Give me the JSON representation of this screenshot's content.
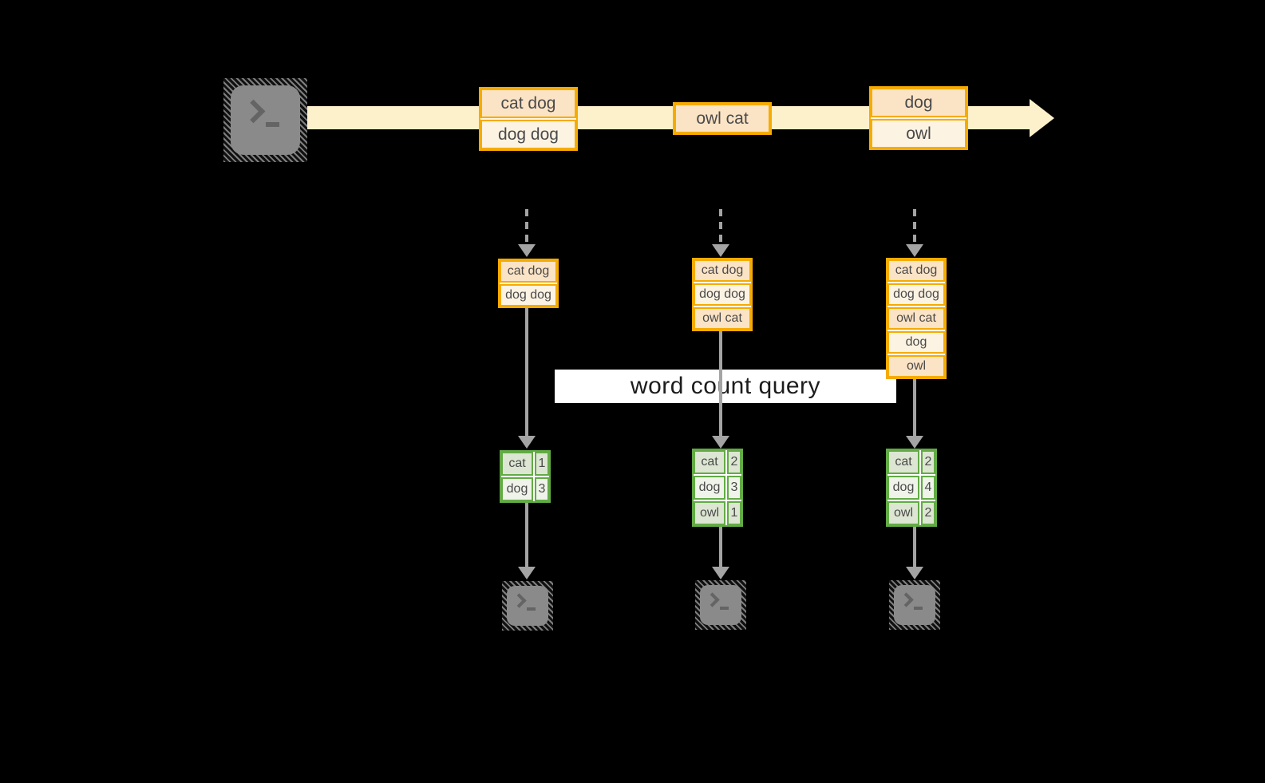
{
  "query": {
    "label": "word count query"
  },
  "stream": {
    "events": [
      {
        "rows": [
          "cat dog",
          "dog dog"
        ]
      },
      {
        "rows": [
          "owl cat"
        ]
      },
      {
        "rows": [
          "dog",
          "owl"
        ]
      }
    ]
  },
  "columns": [
    {
      "buffer": [
        "cat dog",
        "dog dog"
      ],
      "counts": [
        {
          "word": "cat",
          "count": "1"
        },
        {
          "word": "dog",
          "count": "3"
        }
      ]
    },
    {
      "buffer": [
        "cat dog",
        "dog dog",
        "owl cat"
      ],
      "counts": [
        {
          "word": "cat",
          "count": "2"
        },
        {
          "word": "dog",
          "count": "3"
        },
        {
          "word": "owl",
          "count": "1"
        }
      ]
    },
    {
      "buffer": [
        "cat dog",
        "dog dog",
        "owl cat",
        "dog",
        "owl"
      ],
      "counts": [
        {
          "word": "cat",
          "count": "2"
        },
        {
          "word": "dog",
          "count": "4"
        },
        {
          "word": "owl",
          "count": "2"
        }
      ]
    }
  ],
  "colors": {
    "background": "#000000",
    "stream_fill": "#fdf1cb",
    "orange_border": "#f6ab00",
    "orange_cell_dark": "#fbe3c5",
    "orange_cell_light": "#fdf3e3",
    "green_border": "#62ab45",
    "green_cell_dark": "#dce6d2",
    "green_cell_light": "#eff3ea",
    "arrow_gray": "#a4a4a4",
    "terminal_gray": "#8a8a8a",
    "query_box_bg": "#ffffff",
    "text": "#444444"
  }
}
